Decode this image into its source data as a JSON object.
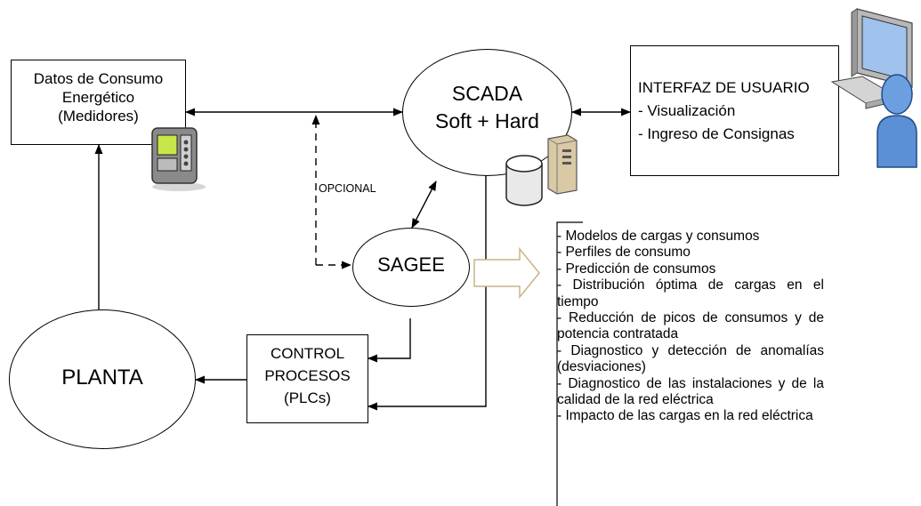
{
  "medidores": {
    "line1": "Datos de Consumo",
    "line2": "Energético",
    "line3": "(Medidores)"
  },
  "scada": {
    "line1": "SCADA",
    "line2": "Soft + Hard"
  },
  "interfaz": {
    "title": "INTERFAZ DE USUARIO",
    "item1": "- Visualización",
    "item2": "- Ingreso de Consignas"
  },
  "opcional": "OPCIONAL",
  "sagee": "SAGEE",
  "planta": "PLANTA",
  "control": {
    "line1": "CONTROL",
    "line2": "PROCESOS",
    "line3": "(PLCs)"
  },
  "sagee_functions": [
    "- Modelos de cargas y consumos",
    "- Perfiles de consumo",
    "- Predicción de consumos",
    "- Distribución óptima de cargas en el tiempo",
    "- Reducción de picos de consumos y de potencia contratada",
    "- Diagnostico y detección de anomalías (desviaciones)",
    "- Diagnostico de las instalaciones y de la calidad de la red eléctrica",
    "- Impacto de las cargas en la red eléctrica"
  ],
  "icons": {
    "meter": "energy-meter-icon",
    "server": "server-icon",
    "database": "database-icon",
    "computer": "computer-monitor-icon",
    "user": "user-icon",
    "arrow": "block-arrow-right"
  }
}
